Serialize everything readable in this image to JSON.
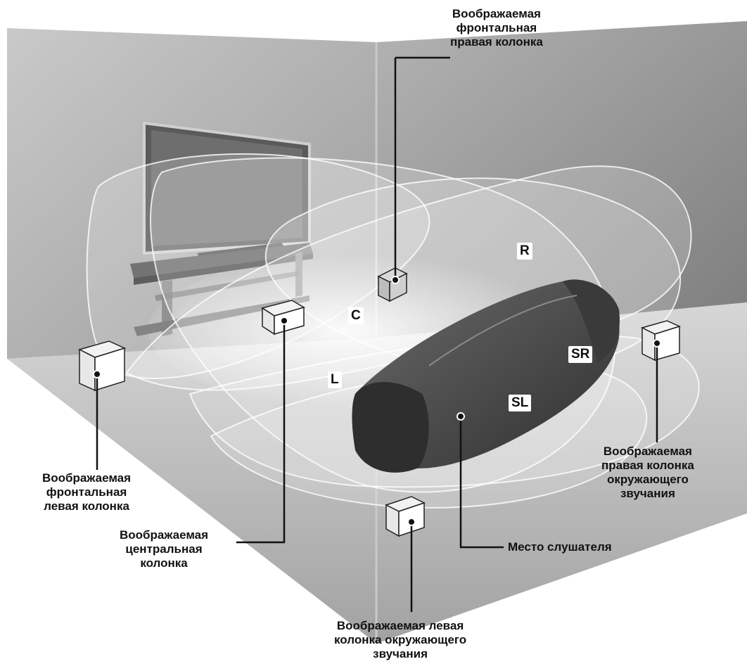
{
  "labels": {
    "front_right": [
      "Воображаемая",
      "фронтальная",
      "правая колонка"
    ],
    "front_left": [
      "Воображаемая",
      "фронтальная",
      "левая колонка"
    ],
    "center": [
      "Воображаемая",
      "центральная",
      "колонка"
    ],
    "surround_right": [
      "Воображаемая",
      "правая колонка",
      "окружающего",
      "звучания"
    ],
    "surround_left": [
      "Воображаемая левая",
      "колонка окружающего",
      "звучания"
    ],
    "listener": [
      "Место слушателя"
    ]
  },
  "channel_tags": {
    "R": "R",
    "C": "C",
    "L": "L",
    "SR": "SR",
    "SL": "SL"
  },
  "colors": {
    "floor": "#bdbdbd",
    "wall_left": "#a9a9a9",
    "wall_right": "#8f8f8f",
    "sofa": "#4a4a4a",
    "beam": "#ffffff",
    "line": "#111111"
  }
}
